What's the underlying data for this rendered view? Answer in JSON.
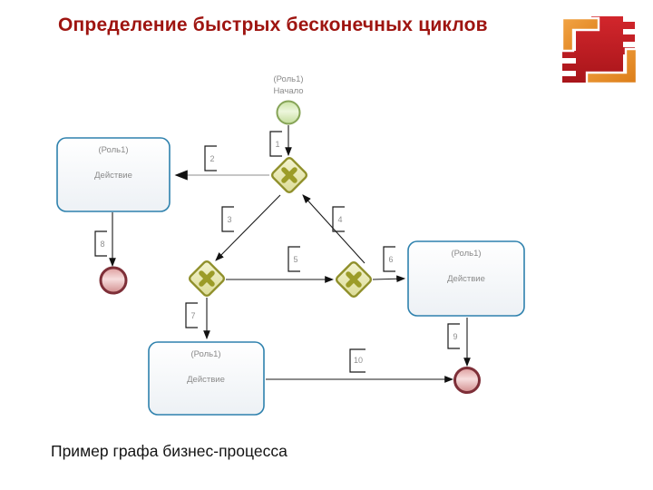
{
  "slide": {
    "background": "#ffffff"
  },
  "title": {
    "text": "Определение быстрых бесконечных циклов",
    "color": "#9e1410"
  },
  "caption": {
    "text": "Пример графа бизнес-процесса"
  },
  "logo": {
    "name": "company-logo",
    "red": "#c2222a",
    "orange": "#e98a2b"
  },
  "diagram": {
    "type": "bpmn-process-graph",
    "start_event": {
      "role": "(Роль1)",
      "name": "Начало"
    },
    "tasks": [
      {
        "id": "task-left",
        "role": "(Роль1)",
        "name": "Действие"
      },
      {
        "id": "task-right",
        "role": "(Роль1)",
        "name": "Действие"
      },
      {
        "id": "task-bottom",
        "role": "(Роль1)",
        "name": "Действие"
      }
    ],
    "gateways": [
      {
        "id": "gateway-top",
        "type": "exclusive-x"
      },
      {
        "id": "gateway-left",
        "type": "exclusive-x"
      },
      {
        "id": "gateway-right",
        "type": "exclusive-x"
      }
    ],
    "end_events": [
      {
        "id": "end-left"
      },
      {
        "id": "end-right"
      }
    ],
    "edges": [
      {
        "label": "1",
        "from": "start-event",
        "to": "gateway-top"
      },
      {
        "label": "2",
        "from": "gateway-top",
        "to": "task-left"
      },
      {
        "label": "3",
        "from": "gateway-top",
        "to": "gateway-left"
      },
      {
        "label": "4",
        "from": "gateway-right",
        "to": "gateway-top"
      },
      {
        "label": "5",
        "from": "gateway-left",
        "to": "gateway-right"
      },
      {
        "label": "6",
        "from": "gateway-right",
        "to": "task-right"
      },
      {
        "label": "7",
        "from": "gateway-left",
        "to": "task-bottom"
      },
      {
        "label": "8",
        "from": "task-left",
        "to": "end-left"
      },
      {
        "label": "9",
        "from": "task-right",
        "to": "end-right"
      },
      {
        "label": "10",
        "from": "task-bottom",
        "to": "end-right"
      }
    ],
    "colors": {
      "task_border": "#2e81ad",
      "gateway_border": "#8f8f2a",
      "gateway_fill": "#eaeab0",
      "start_border": "#86a457",
      "start_fill": "#d9ecba",
      "end_border": "#7e2f38",
      "end_fill": "#eebcbc",
      "node_text": "#8a8a8a",
      "edge_line": "#1a1a1a",
      "edge_2_line": "#b3b3b3",
      "label_number": "#8f8f8f"
    }
  }
}
